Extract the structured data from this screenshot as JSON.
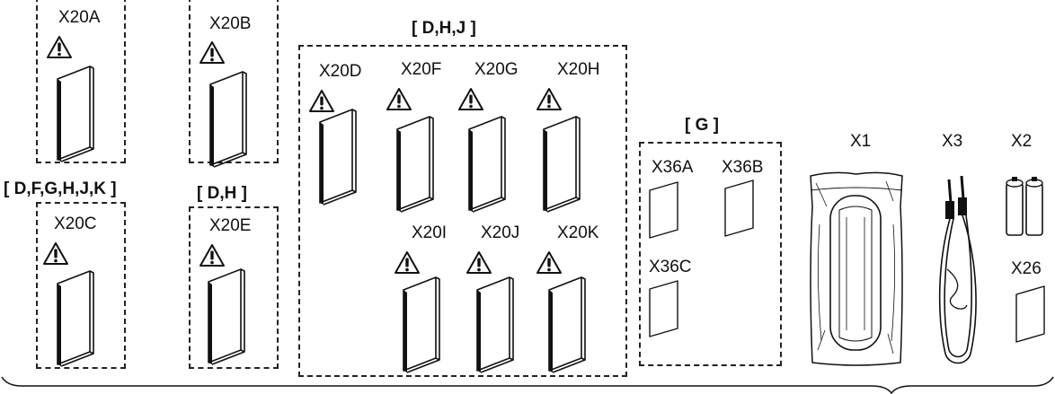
{
  "groups": {
    "dhj": "[ D,H,J ]",
    "g": "[ G ]",
    "dfghjk": "[ D,F,G,H,J,K ]",
    "dh": "[ D,H ]"
  },
  "manuals": {
    "x20a": "X20A",
    "x20b": "X20B",
    "x20c": "X20C",
    "x20d": "X20D",
    "x20e": "X20E",
    "x20f": "X20F",
    "x20g": "X20G",
    "x20h": "X20H",
    "x20i": "X20I",
    "x20j": "X20J",
    "x20k": "X20K"
  },
  "sheets": {
    "x36a": "X36A",
    "x36b": "X36B",
    "x36c": "X36C",
    "x26": "X26"
  },
  "accessories": {
    "x1": "X1",
    "x3": "X3",
    "x2": "X2"
  },
  "icons": {
    "warning": "warning-triangle-icon",
    "manual": "manual-book-icon",
    "sheet": "sheet-icon",
    "bag": "bagged-remote-icon",
    "cable": "av-cable-icon",
    "batteries": "batteries-icon",
    "brace": "brace-icon"
  }
}
